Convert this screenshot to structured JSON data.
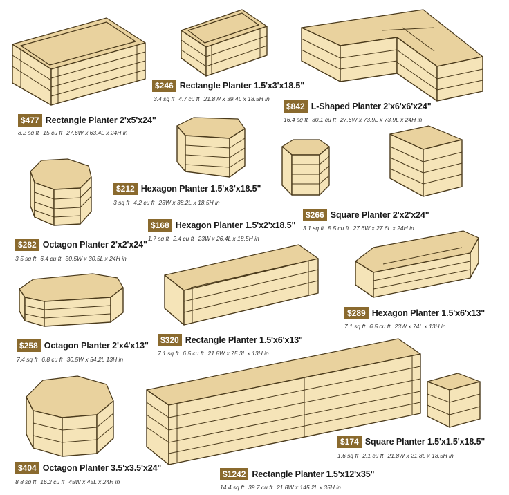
{
  "planters": [
    {
      "key": "rect-2x5x24",
      "price": "$477",
      "name": "Rectangle Planter 2'x5'x24\"",
      "specs": [
        "8.2 sq ft",
        "15 cu ft",
        "27.6W x 63.4L x 24H in"
      ]
    },
    {
      "key": "rect-1-5x3x18-5",
      "price": "$246",
      "name": "Rectangle Planter 1.5'x3'x18.5\"",
      "specs": [
        "3.4 sq ft",
        "4.7 cu ft",
        "21.8W x 39.4L x 18.5H in"
      ]
    },
    {
      "key": "lshaped-2x6x6x24",
      "price": "$842",
      "name": "L-Shaped Planter 2'x6'x6'x24\"",
      "specs": [
        "16.4 sq ft",
        "30.1 cu ft",
        "27.6W x 73.9L x 73.9L x 24H in"
      ]
    },
    {
      "key": "hex-1-5x3x18-5",
      "price": "$212",
      "name": "Hexagon Planter 1.5'x3'x18.5\"",
      "specs": [
        "3 sq ft",
        "4.2 cu ft",
        "23W x 38.2L x 18.5H in"
      ]
    },
    {
      "key": "hex-1-5x2x18-5",
      "price": "$168",
      "name": "Hexagon Planter 1.5'x2'x18.5\"",
      "specs": [
        "1.7 sq ft",
        "2.4 cu ft",
        "23W x 26.4L x 18.5H in"
      ]
    },
    {
      "key": "square-2x2x24",
      "price": "$266",
      "name": "Square Planter 2'x2'x24\"",
      "specs": [
        "3.1 sq ft",
        "5.5 cu ft",
        "27.6W x 27.6L x 24H in"
      ]
    },
    {
      "key": "oct-2x2x24",
      "price": "$282",
      "name": "Octagon Planter 2'x2'x24\"",
      "specs": [
        "3.5 sq ft",
        "6.4 cu ft",
        "30.5W x 30.5L x 24H in"
      ]
    },
    {
      "key": "hex-1-5x6x13",
      "price": "$289",
      "name": "Hexagon Planter 1.5'x6'x13\"",
      "specs": [
        "7.1 sq ft",
        "6.5 cu ft",
        "23W x 74L x 13H in"
      ]
    },
    {
      "key": "oct-2x4x13",
      "price": "$258",
      "name": "Octagon Planter 2'x4'x13\"",
      "specs": [
        "7.4 sq ft",
        "6.8 cu ft",
        "30.5W x 54.2L 13H in"
      ]
    },
    {
      "key": "rect-1-5x6x13",
      "price": "$320",
      "name": "Rectangle Planter 1.5'x6'x13\"",
      "specs": [
        "7.1 sq ft",
        "6.5 cu ft",
        "21.8W x 75.3L x 13H in"
      ]
    },
    {
      "key": "square-1-5x1-5x18-5",
      "price": "$174",
      "name": "Square Planter 1.5'x1.5'x18.5\"",
      "specs": [
        "1.6 sq ft",
        "2.1 cu ft",
        "21.8W x 21.8L x 18.5H in"
      ]
    },
    {
      "key": "oct-3-5x3-5x24",
      "price": "$404",
      "name": "Octagon Planter 3.5'x3.5'x24\"",
      "specs": [
        "8.8 sq ft",
        "16.2 cu ft",
        "45W x 45L x 24H in"
      ]
    },
    {
      "key": "rect-1-5x12x35",
      "price": "$1242",
      "name": "Rectangle Planter 1.5'x12'x35\"",
      "specs": [
        "14.4 sq ft",
        "39.7 cu ft",
        "21.8W x 145.2L x 35H in"
      ]
    }
  ]
}
